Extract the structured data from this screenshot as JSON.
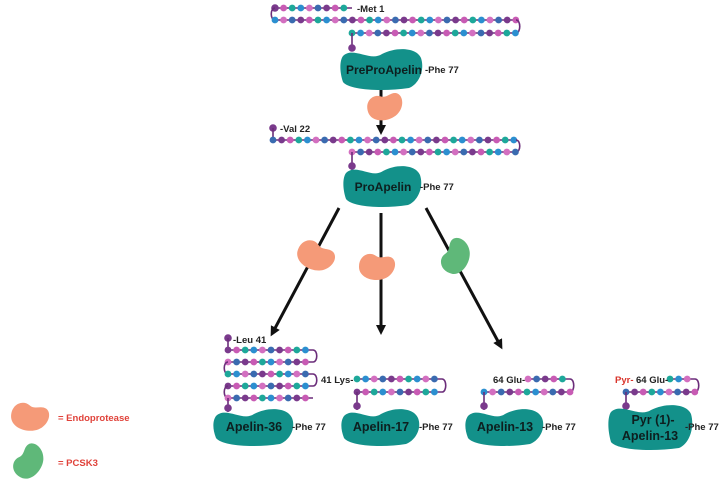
{
  "colors": {
    "teal": "#13918a",
    "endoprotease": "#f59a78",
    "pcsk3": "#5fb879",
    "link": "#6b2d7a",
    "arrow": "#111111",
    "pyr_red": "#d9342b",
    "legend_red": "#e0423a",
    "bead_palette": [
      "#7a3a8c",
      "#c85bb4",
      "#1da89a",
      "#2b8fd0",
      "#d36fc0",
      "#3a6bb0"
    ]
  },
  "labels": {
    "met1": "-Met 1",
    "val22": "-Val 22",
    "leu41": "-Leu 41",
    "lys41": "41 Lys-",
    "glu64": "64 Glu-",
    "pyr": "Pyr-",
    "glu64b": "64 Glu-",
    "phe77": "-Phe 77"
  },
  "proteins": {
    "preproapelin": "PreProApelin",
    "proapelin": "ProApelin",
    "apelin36": "Apelin-36",
    "apelin17": "Apelin-17",
    "apelin13": "Apelin-13",
    "pyrapelin13_line1": "Pyr (1)-",
    "pyrapelin13_line2": "Apelin-13"
  },
  "legend": {
    "endoprotease": "= Endoprotease",
    "pcsk3": "= PCSK3"
  }
}
